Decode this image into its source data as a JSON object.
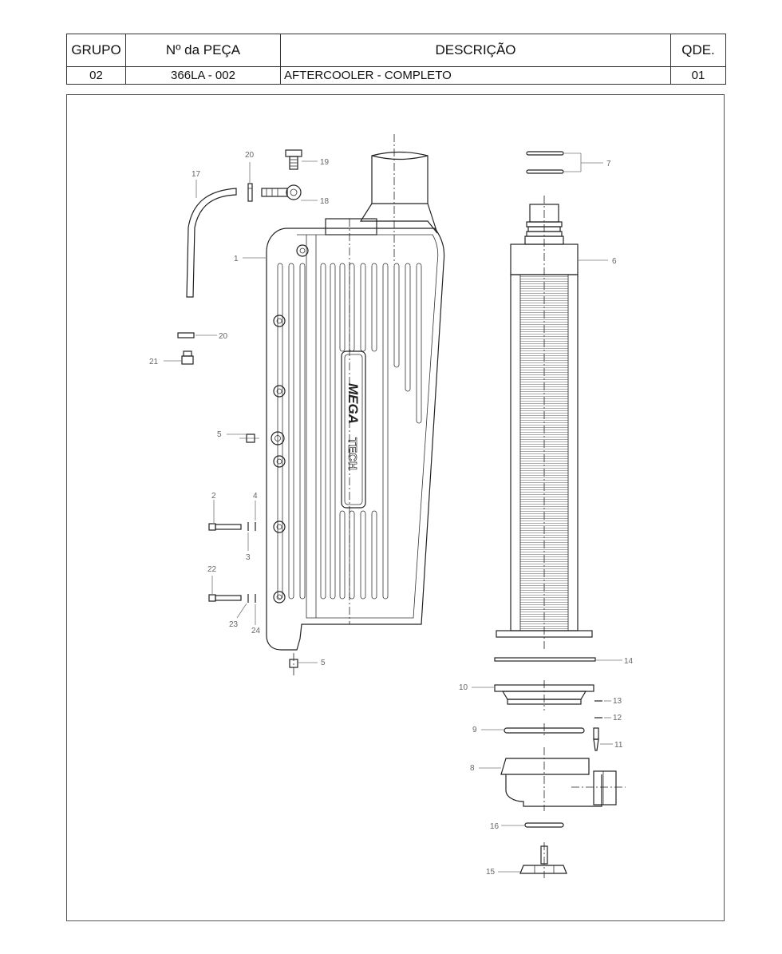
{
  "header": {
    "columns": {
      "group": "GRUPO",
      "part_no": "Nº da PEÇA",
      "description": "DESCRIÇÃO",
      "qty": "QDE."
    },
    "row": {
      "group": "02",
      "part_no": "366LA - 002",
      "description": "AFTERCOOLER - COMPLETO",
      "qty": "01"
    }
  },
  "diagram": {
    "logo_text": "MEGA",
    "logo_text_2": "TECH",
    "callouts": {
      "c1": "1",
      "c2": "2",
      "c3": "3",
      "c4": "4",
      "c5a": "5",
      "c5b": "5",
      "c6": "6",
      "c7": "7",
      "c8": "8",
      "c9": "9",
      "c10": "10",
      "c11": "11",
      "c12": "12",
      "c13": "13",
      "c14": "14",
      "c15": "15",
      "c16": "16",
      "c17": "17",
      "c18": "18",
      "c19": "19",
      "c20a": "20",
      "c20b": "20",
      "c21": "21",
      "c22": "22",
      "c23": "23",
      "c24": "24"
    }
  }
}
